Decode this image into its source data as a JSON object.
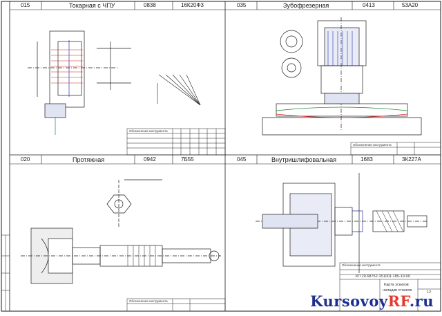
{
  "sheet": {
    "ops": [
      {
        "num": "015",
        "name": "Токарная с ЧПУ",
        "code": "0838",
        "machine": "16К20Ф3"
      },
      {
        "num": "035",
        "name": "Зубофрезерная",
        "code": "0413",
        "machine": "53А20"
      },
      {
        "num": "020",
        "name": "Протяжная",
        "code": "0942",
        "machine": "7Б55"
      },
      {
        "num": "045",
        "name": "Внутришлифовальная",
        "code": "1683",
        "machine": "3К227А"
      }
    ],
    "table_header": "Обозначение инструмента",
    "title_block": {
      "doc_code": "КП 20.68752-151001-185-19-09",
      "title_line1": "Карта эскизов",
      "title_line2": "наладки станков",
      "sheet_num": "12"
    },
    "colors": {
      "line": "#1a1a1a",
      "blue": "#2233aa",
      "red": "#cc2222",
      "green": "#1b8a3a"
    },
    "watermark": {
      "main": "Kursovoy",
      "accent": "RF",
      "suffix": ".ru"
    }
  }
}
